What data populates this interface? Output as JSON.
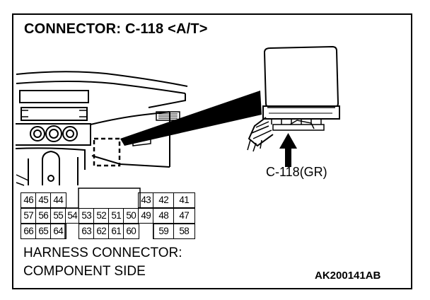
{
  "title": "CONNECTOR: C-118 <A/T>",
  "connector_label": "C-118(GR)",
  "caption_line1": "HARNESS CONNECTOR:",
  "caption_line2": "COMPONENT SIDE",
  "reference_code": "AK200141AB",
  "pin_rows": [
    [
      "46",
      "45",
      "44",
      "",
      "",
      "",
      "",
      "",
      "43",
      "42",
      "41"
    ],
    [
      "57",
      "56",
      "55",
      "54",
      "53",
      "52",
      "51",
      "50",
      "49",
      "48",
      "47"
    ],
    [
      "66",
      "65",
      "64",
      "",
      "63",
      "62",
      "61",
      "60",
      "",
      "59",
      "58"
    ]
  ],
  "icons": [
    "dashboard-illustration",
    "ecu-module-illustration",
    "pointer-arrow-icon",
    "callout-beam"
  ]
}
